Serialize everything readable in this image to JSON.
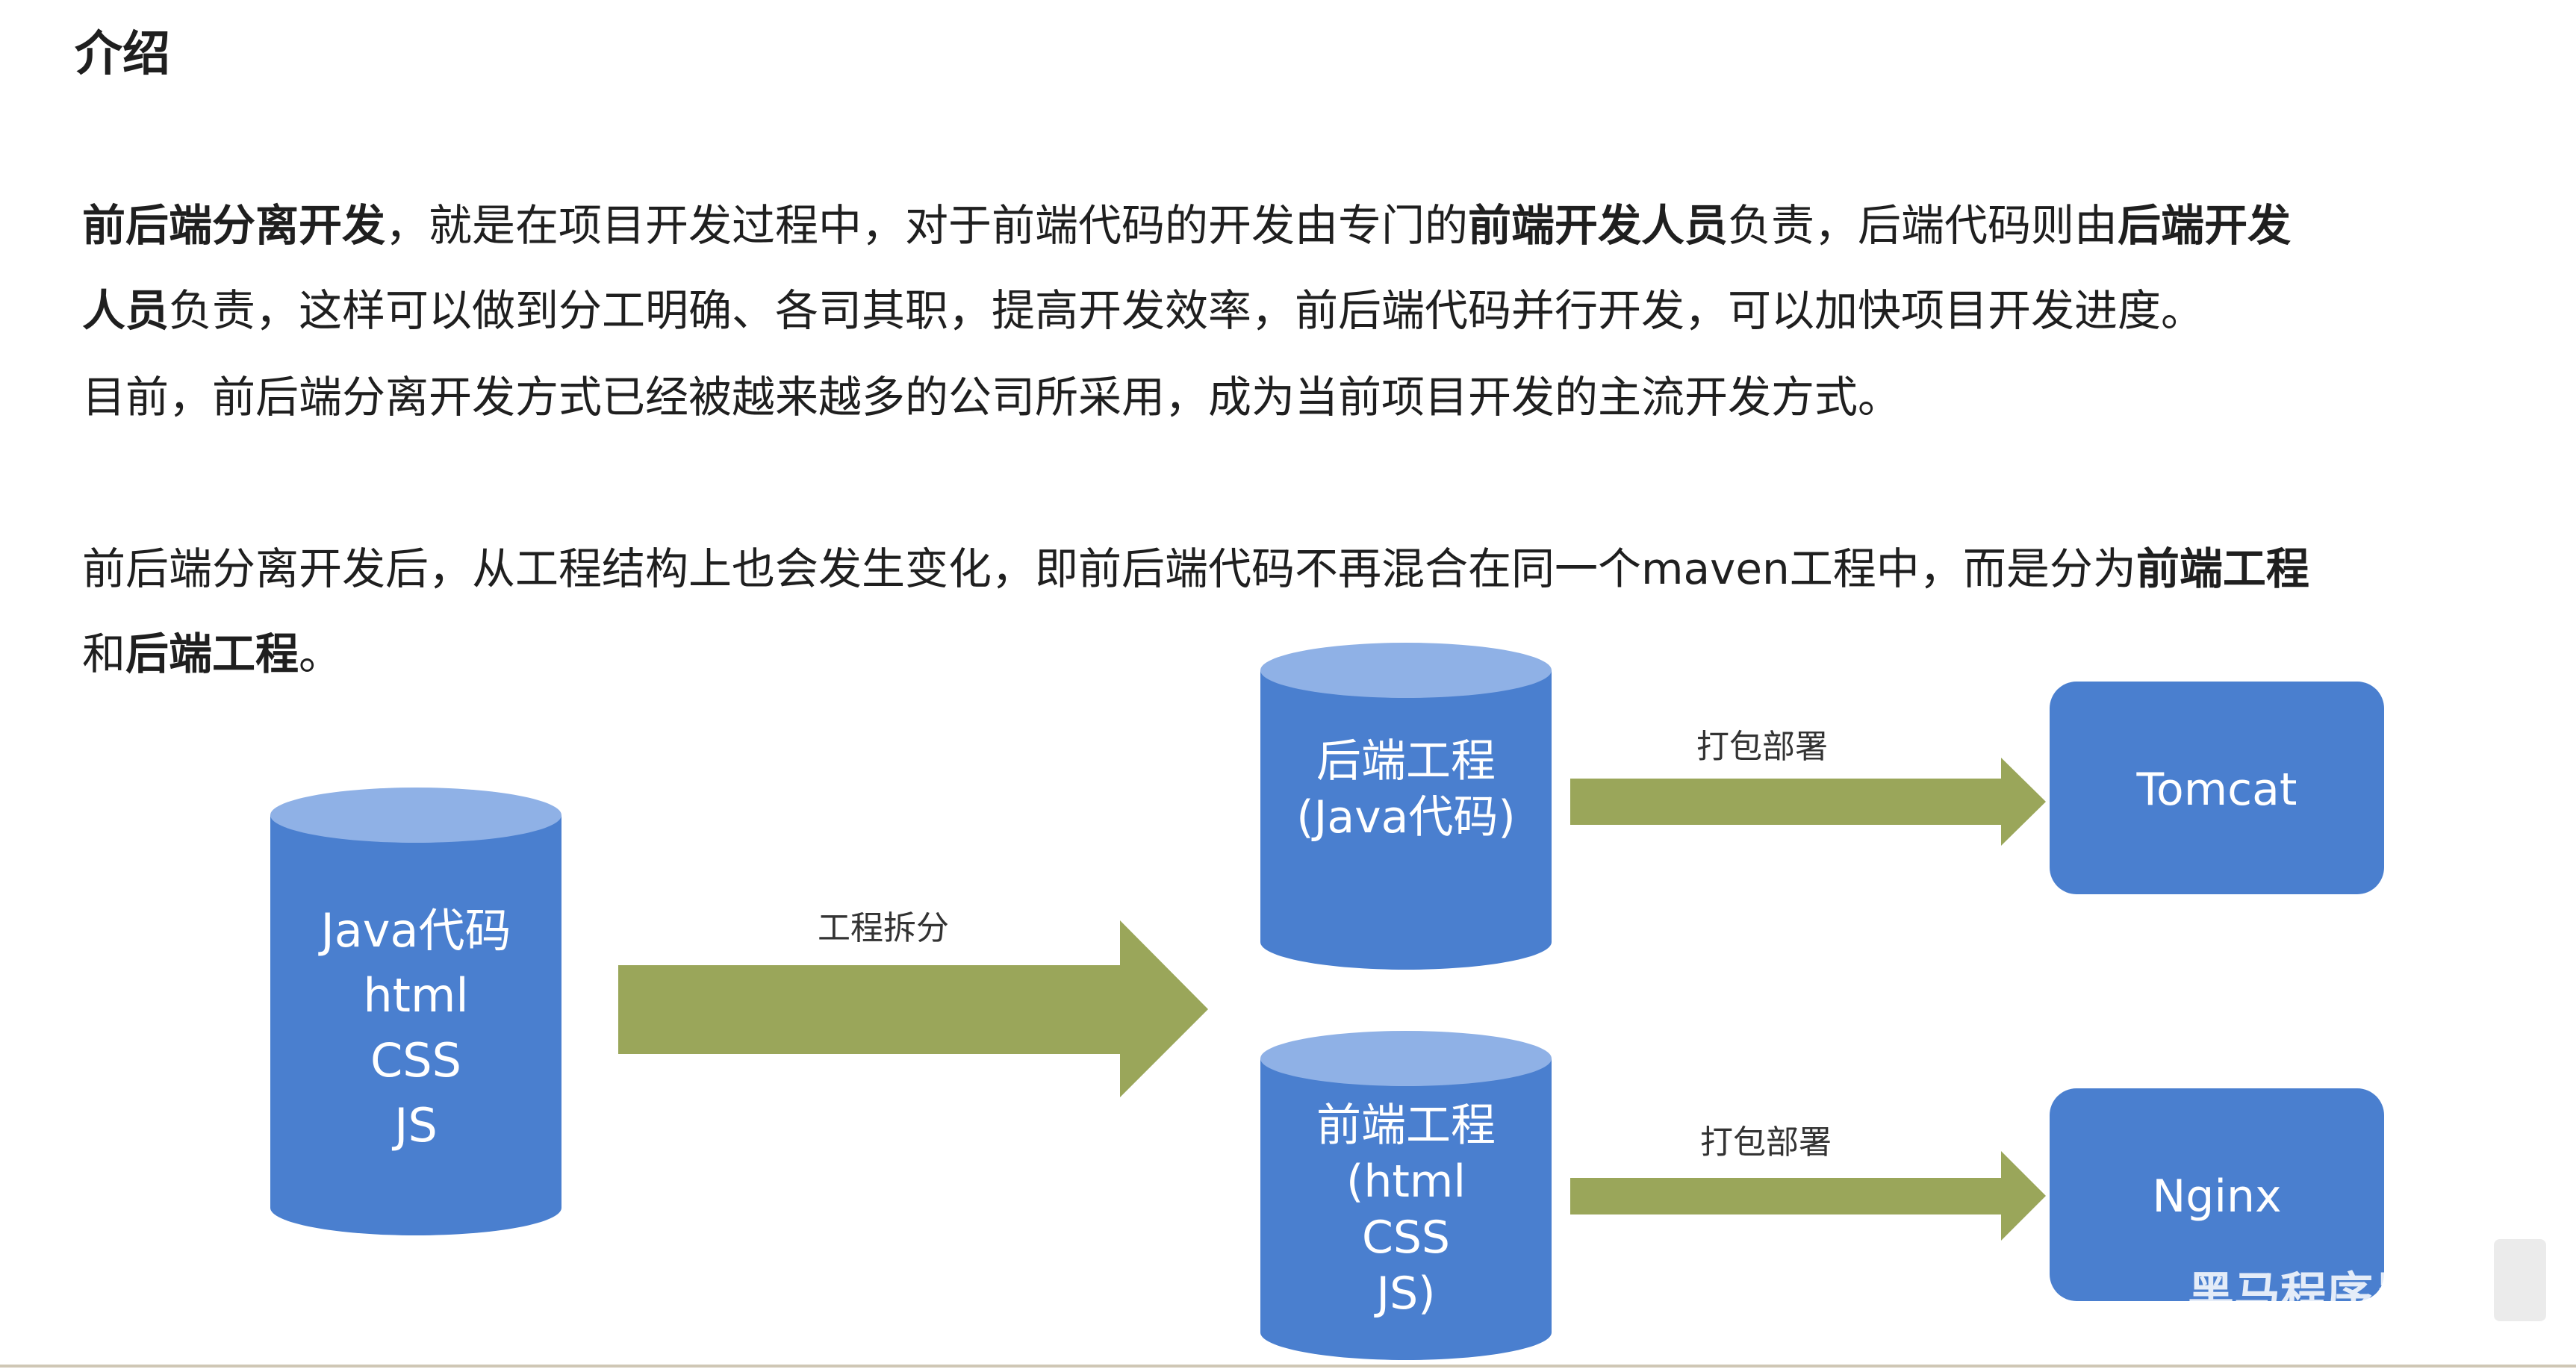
{
  "heading": "介绍",
  "p1": {
    "s1": "前后端分离开发",
    "s2": "，就是在项目开发过程中，对于前端代码的开发由专门的",
    "s3": "前端开发人员",
    "s4": "负责，后端代码则由",
    "s5": "后端开发",
    "s6": "人员",
    "s7": "负责，这样可以做到分工明确、各司其职，提高开发效率，前后端代码并行开发，可以加快项目开发进度。"
  },
  "p2": "目前，前后端分离开发方式已经被越来越多的公司所采用，成为当前项目开发的主流开发方式。",
  "p3": {
    "s1": "前后端分离开发后，从工程结构上也会发生变化，即前后端代码不再混合在同一个maven工程中，而是分为",
    "s2": "前端工程",
    "s3": "和",
    "s4": "后端工程",
    "s5": "。"
  },
  "diagram": {
    "source": [
      "Java代码",
      "html",
      "CSS",
      "JS"
    ],
    "split_label": "工程拆分",
    "backend": [
      "后端工程",
      "(Java代码)"
    ],
    "frontend": [
      "前端工程",
      "(html",
      "CSS",
      "JS)"
    ],
    "deploy_label_top": "打包部署",
    "deploy_label_bottom": "打包部署",
    "tomcat": "Tomcat",
    "nginx": "Nginx"
  },
  "watermark": "黑马程序员",
  "colors": {
    "cylinder_body": "#4a7fcf",
    "cylinder_top": "#8fb1e6",
    "arrow": "#9aa65a",
    "server_box": "#4a7fcf"
  }
}
